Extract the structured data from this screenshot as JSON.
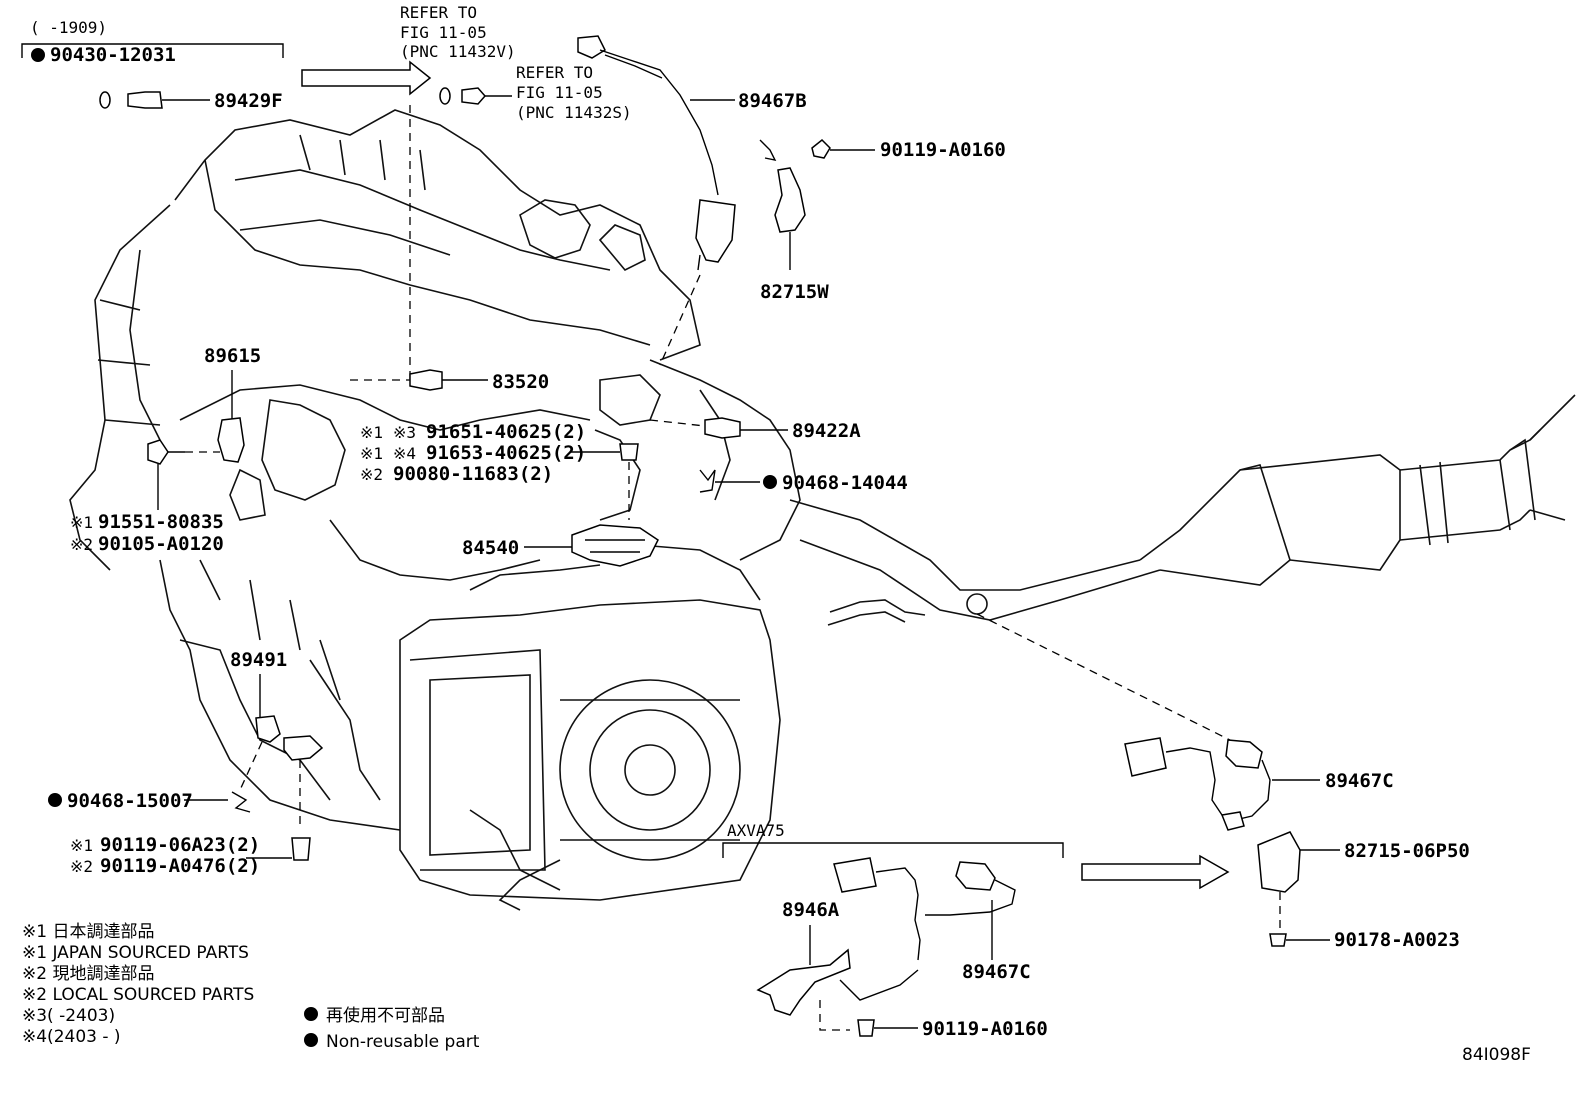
{
  "top_note": {
    "range": "(      -1909)",
    "part": "90430-12031"
  },
  "refer1": {
    "line1": "REFER TO",
    "line2": "FIG 11-05",
    "line3": "(PNC 11432V)"
  },
  "refer2": {
    "line1": "REFER TO",
    "line2": "FIG 11-05",
    "line3": "(PNC 11432S)"
  },
  "parts": {
    "p89429F": "89429F",
    "p89467B": "89467B",
    "p90119A0160_top": "90119-A0160",
    "p82715W": "82715W",
    "p89615": "89615",
    "p83520": "83520",
    "p91651": "91651-40625(2)",
    "p91653": "91653-40625(2)",
    "p90080": "90080-11683(2)",
    "p89422A": "89422A",
    "p90468_14044": "90468-14044",
    "p91551": "91551-80835",
    "p90105": "90105-A0120",
    "p84540": "84540",
    "p89491": "89491",
    "p90468_15007": "90468-15007",
    "p90119_06A23": "90119-06A23(2)",
    "p90119_A0476": "90119-A0476(2)",
    "p89467C_right": "89467C",
    "p82715_06P50": "82715-06P50",
    "p90178": "90178-A0023",
    "p8946A": "8946A",
    "p89467C_bottom": "89467C",
    "p90119A0160_bottom": "90119-A0160"
  },
  "marks": {
    "m1": "※1",
    "m2": "※2",
    "m3": "※3",
    "m4": "※4"
  },
  "axva": "AXVA75",
  "legend": {
    "l1": "※1 日本調達部品",
    "l2": "※1 JAPAN SOURCED PARTS",
    "l3": "※2 現地調達部品",
    "l4": "※2 LOCAL SOURCED PARTS",
    "l5": "※3(       -2403)",
    "l6": "※4(2403 -       )",
    "nr_jp": "再使用不可部品",
    "nr_en": "Non-reusable part"
  },
  "figure_id": "84I098F"
}
